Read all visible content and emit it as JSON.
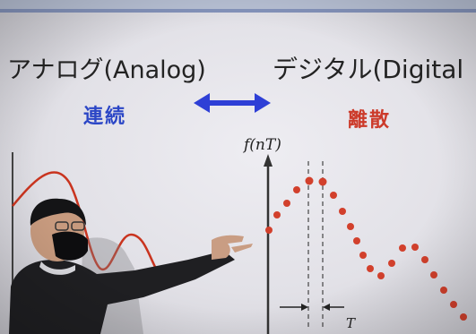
{
  "slide": {
    "analog_heading": "アナログ(Analog)",
    "analog_sub": "連続",
    "digital_heading": "デジタル(Digital",
    "digital_sub": "離散",
    "digital_axis_label": "f(nT)",
    "period_label": "T"
  },
  "colors": {
    "analog_accent": "#2b46c6",
    "digital_accent": "#cc3a2a",
    "arrow": "#2e3fd6"
  },
  "scene": {
    "presenter": "man in glasses, black face mask and dark sweater pointing at the slide"
  }
}
